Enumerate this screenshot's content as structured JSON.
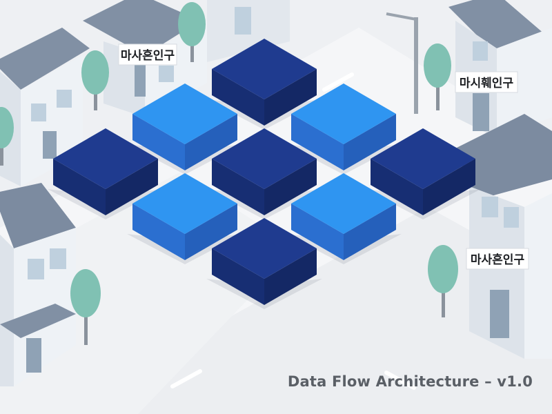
{
  "caption": "Data Flow Architecture – v1.0",
  "signs": [
    "마사흔인구",
    "마시훼인구",
    "마사흔인구"
  ],
  "palette": {
    "background": "#eef0f3",
    "road": "#f6f7f9",
    "block_dark": "#1f3b8f",
    "block_mid": "#2d63d6",
    "block_light": "#2e8df0",
    "house_wall": "#e4e9ef",
    "roof": "#7f8ea3",
    "tree": "#7fbfb2"
  },
  "grid": {
    "rows": [
      [
        "dark"
      ],
      [
        "light",
        "light"
      ],
      [
        "dark",
        "dark",
        "dark"
      ],
      [
        "light",
        "light"
      ],
      [
        "dark"
      ]
    ]
  }
}
